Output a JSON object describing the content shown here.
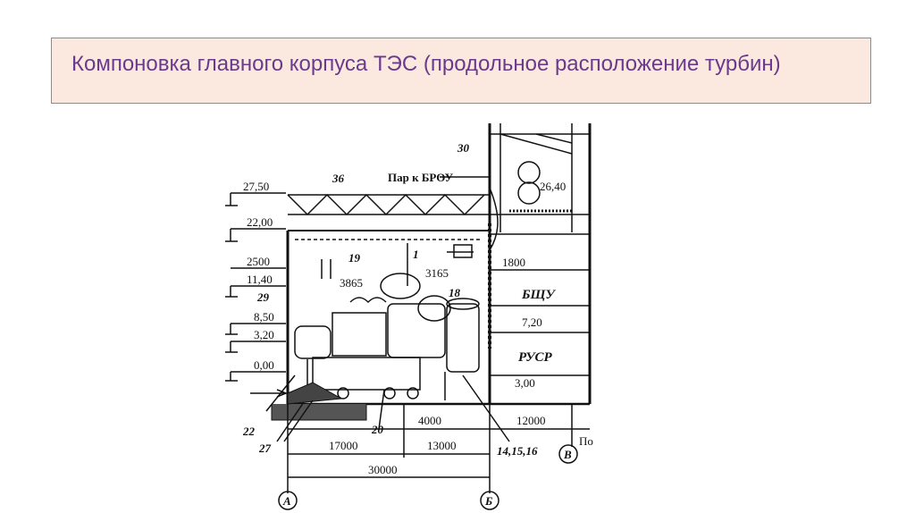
{
  "slide": {
    "title": "Компоновка главного корпуса ТЭС (продольное расположение турбин)"
  },
  "drawing": {
    "elevations": [
      "27,50",
      "22,00",
      "2500",
      "11,40",
      "8,50",
      "3,20",
      "0,00",
      "26,40",
      "7,20",
      "3,00",
      "1800"
    ],
    "dimensions": [
      "3865",
      "3165",
      "4000",
      "12000",
      "17000",
      "13000",
      "30000"
    ],
    "rooms": [
      "БЩУ",
      "РУСР"
    ],
    "steam_label": "Пар к БРОУ",
    "callouts": [
      "36",
      "30",
      "19",
      "1",
      "18",
      "29",
      "22",
      "27",
      "20",
      "14,15,16"
    ],
    "axes": [
      "А",
      "Б",
      "В"
    ],
    "cut_text": "По"
  }
}
